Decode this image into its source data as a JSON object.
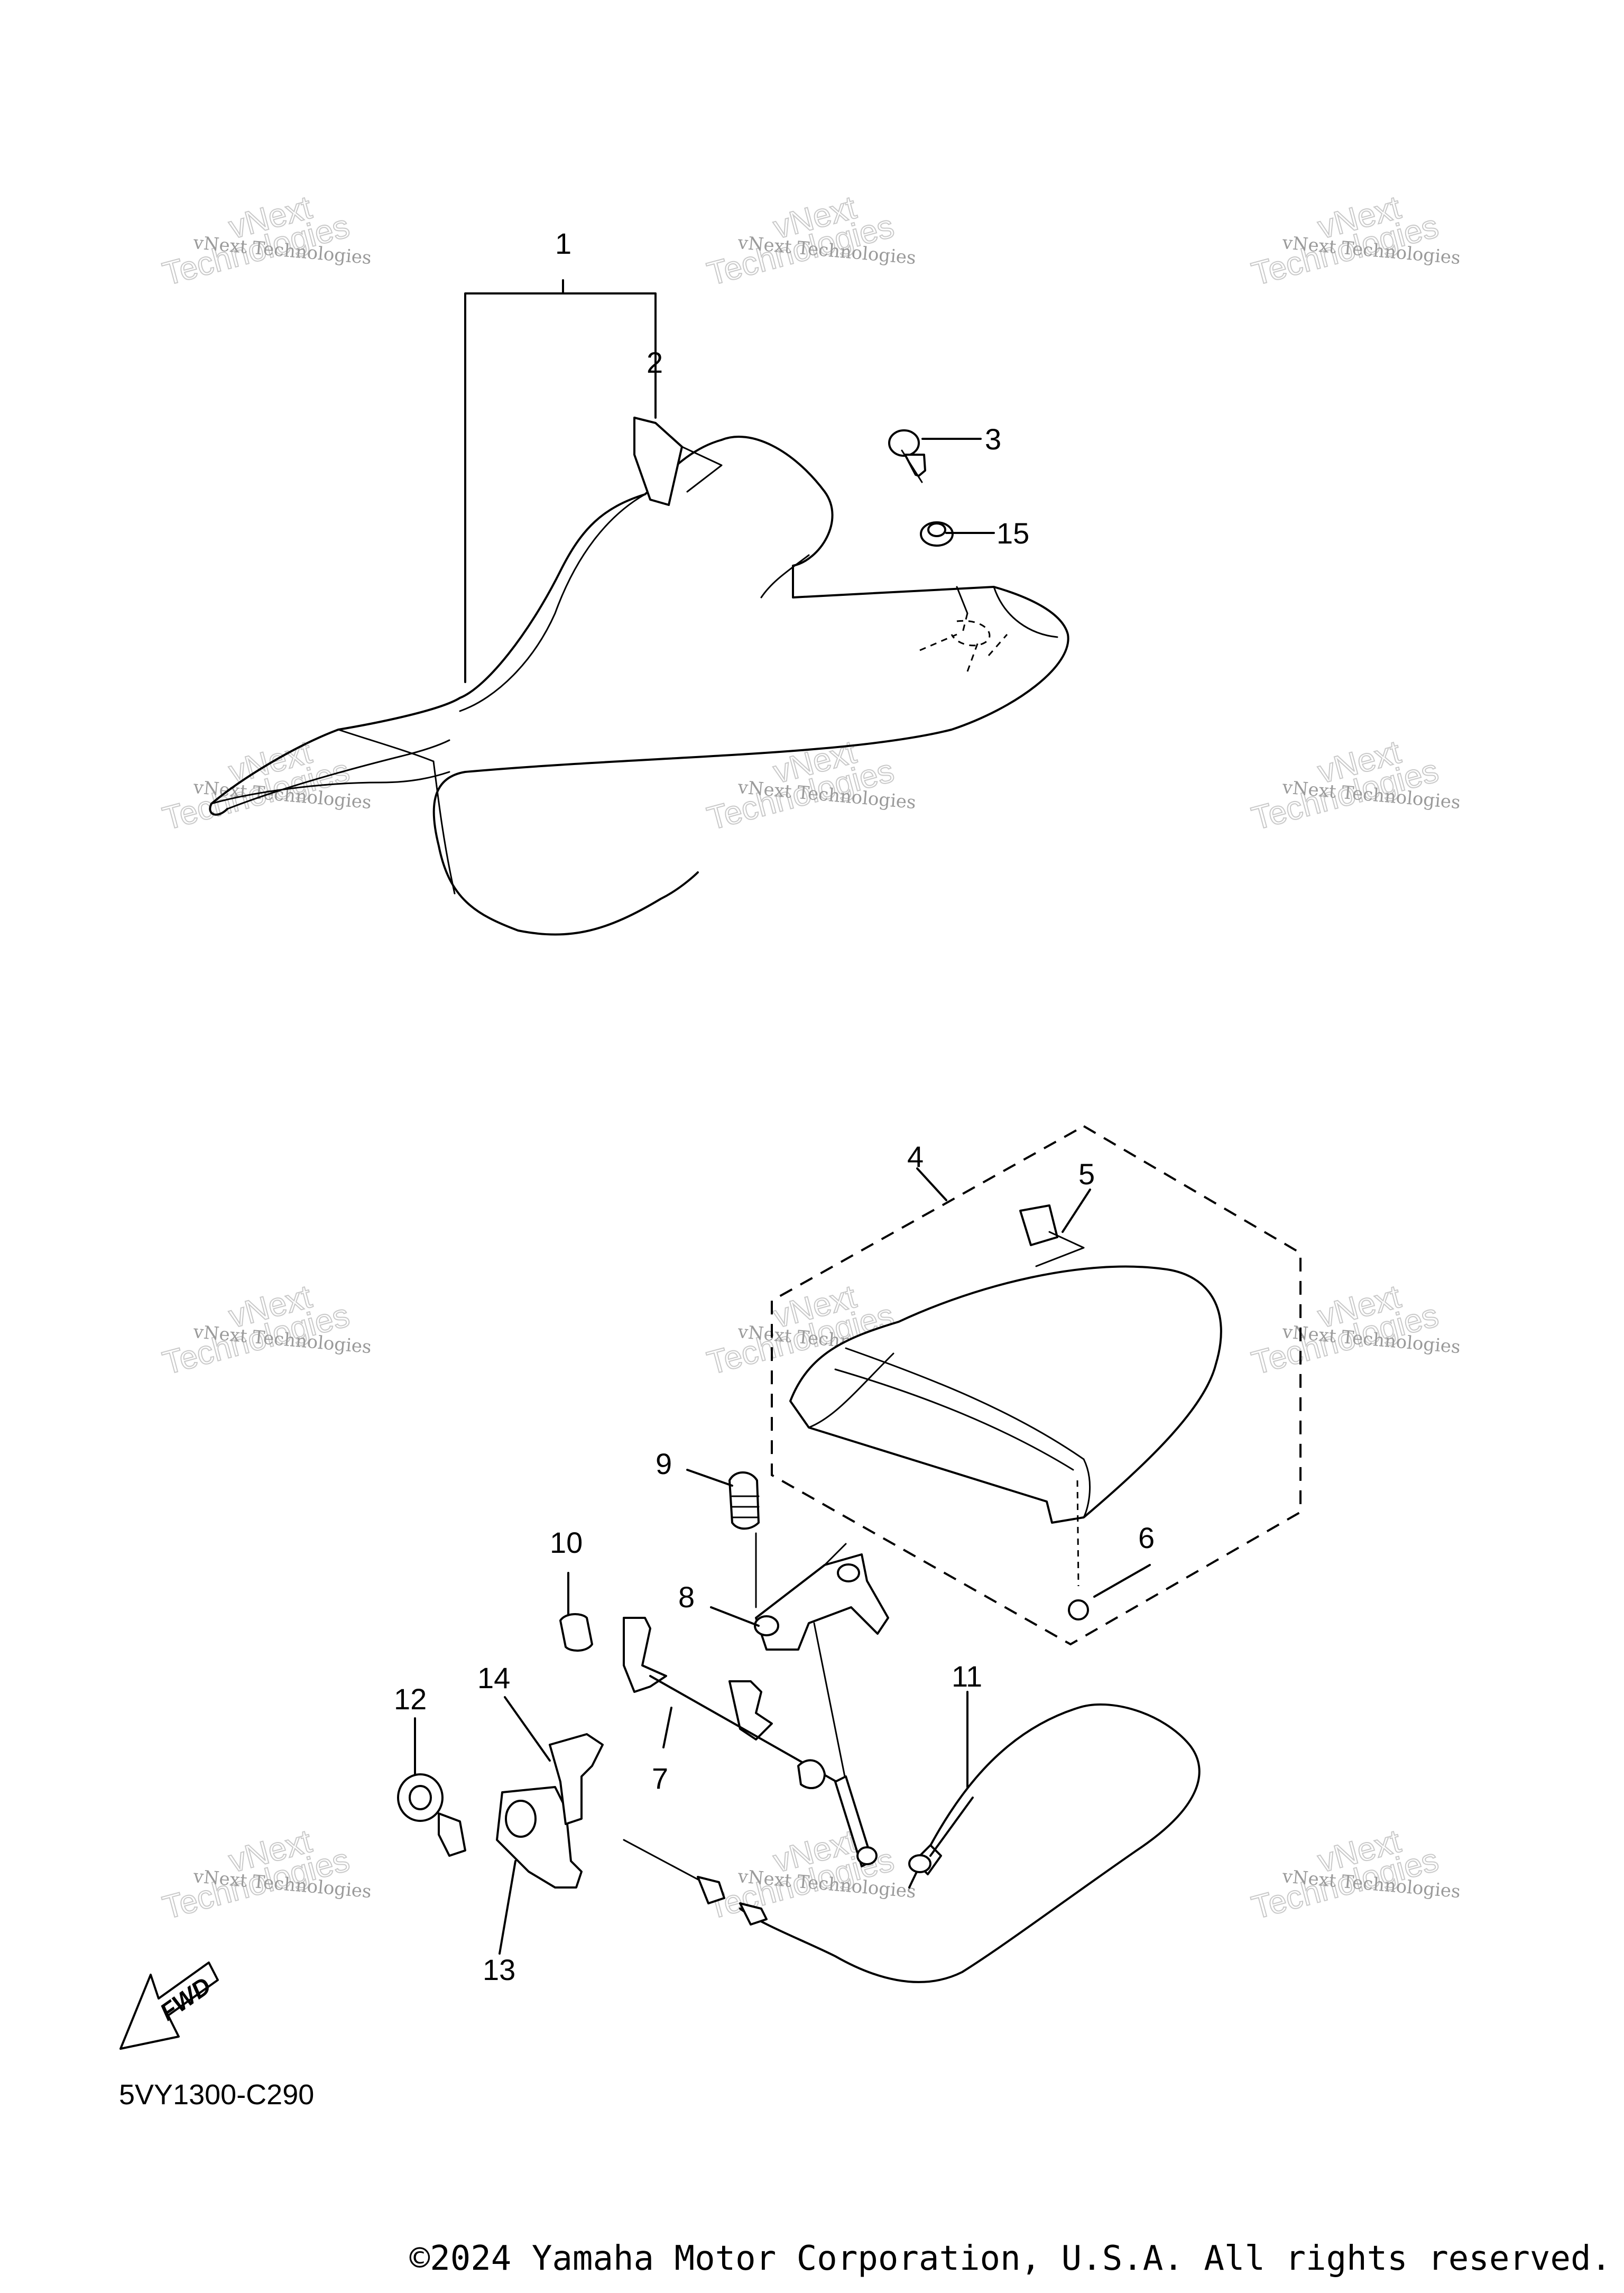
{
  "diagram": {
    "code": "5VY1300-C290",
    "fwd_label": "FWD",
    "callouts": {
      "c1": "1",
      "c2": "2",
      "c3": "3",
      "c4": "4",
      "c5": "5",
      "c6": "6",
      "c7": "7",
      "c8": "8",
      "c9": "9",
      "c10": "10",
      "c11": "11",
      "c12": "12",
      "c13": "13",
      "c14": "14",
      "c15": "15"
    }
  },
  "watermark": {
    "line1": "vNext Technologies",
    "line2": "vNext",
    "line3": "Technologies"
  },
  "footer": {
    "copyright": "©2024 Yamaha Motor Corporation, U.S.A. All rights reserved."
  }
}
